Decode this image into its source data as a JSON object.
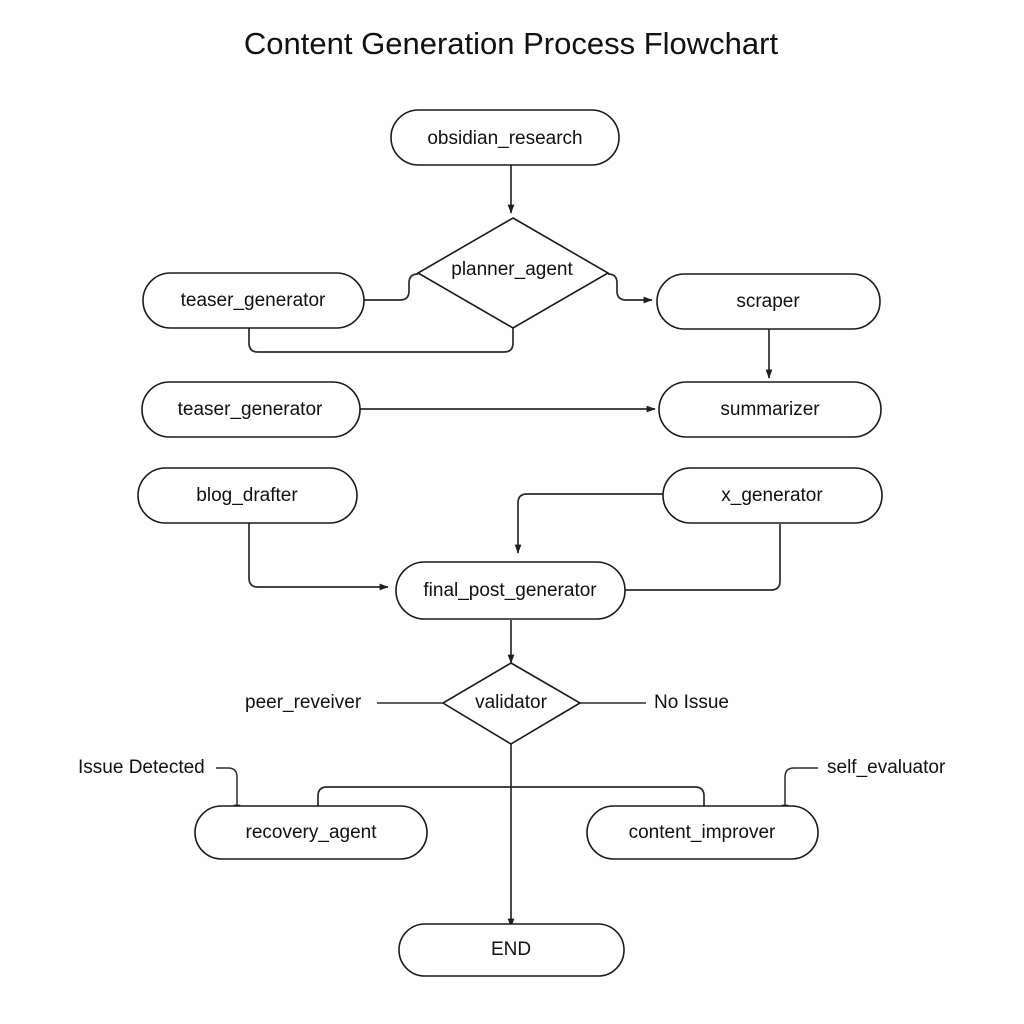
{
  "title": "Content Generation Process Flowchart",
  "background_color": "#fdfefd",
  "stroke_color": "#2b2b2b",
  "node_fill": "#ffffff",
  "nodes": {
    "obsidian_research": "obsidian_research",
    "planner_agent": "planner_agent",
    "teaser_generator_1": "teaser_generator",
    "scraper": "scraper",
    "teaser_generator_2": "teaser_generator",
    "summarizer": "summarizer",
    "blog_drafter": "blog_drafter",
    "x_generator": "x_generator",
    "final_post_generator": "final_post_generator",
    "validator": "validator",
    "recovery_agent": "recovery_agent",
    "content_improver": "content_improver",
    "end": "END"
  },
  "edge_labels": {
    "peer_reviewer": "peer_reveiver",
    "no_issue": "No Issue",
    "issue_detected": "Issue Detected",
    "self_evaluator": "self_evaluator"
  },
  "diagram": {
    "type": "flowchart",
    "node_shapes": {
      "obsidian_research": "stadium",
      "planner_agent": "diamond",
      "teaser_generator_1": "stadium",
      "scraper": "stadium",
      "teaser_generator_2": "stadium",
      "summarizer": "stadium",
      "blog_drafter": "stadium",
      "x_generator": "stadium",
      "final_post_generator": "stadium",
      "validator": "diamond",
      "recovery_agent": "stadium",
      "content_improver": "stadium",
      "end": "stadium"
    },
    "edges": [
      {
        "from": "obsidian_research",
        "to": "planner_agent",
        "label": ""
      },
      {
        "from": "teaser_generator_1",
        "to": "planner_agent",
        "label": ""
      },
      {
        "from": "planner_agent",
        "to": "scraper",
        "label": ""
      },
      {
        "from": "planner_agent",
        "to": "teaser_generator_1",
        "label": ""
      },
      {
        "from": "scraper",
        "to": "summarizer",
        "label": ""
      },
      {
        "from": "teaser_generator_2",
        "to": "summarizer",
        "label": ""
      },
      {
        "from": "blog_drafter",
        "to": "final_post_generator",
        "label": ""
      },
      {
        "from": "x_generator",
        "to": "final_post_generator",
        "label": ""
      },
      {
        "from": "final_post_generator",
        "to": "x_generator",
        "label": ""
      },
      {
        "from": "final_post_generator",
        "to": "validator",
        "label": ""
      },
      {
        "from": "peer_reviewer_label",
        "to": "validator",
        "label": "peer_reveiver"
      },
      {
        "from": "validator",
        "to": "no_issue_label",
        "label": "No Issue"
      },
      {
        "from": "issue_detected_label",
        "to": "recovery_agent",
        "label": "Issue Detected"
      },
      {
        "from": "self_evaluator_label",
        "to": "content_improver",
        "label": "self_evaluator"
      },
      {
        "from": "validator",
        "to": "recovery_agent",
        "label": ""
      },
      {
        "from": "validator",
        "to": "content_improver",
        "label": ""
      },
      {
        "from": "validator",
        "to": "end",
        "label": ""
      }
    ]
  }
}
